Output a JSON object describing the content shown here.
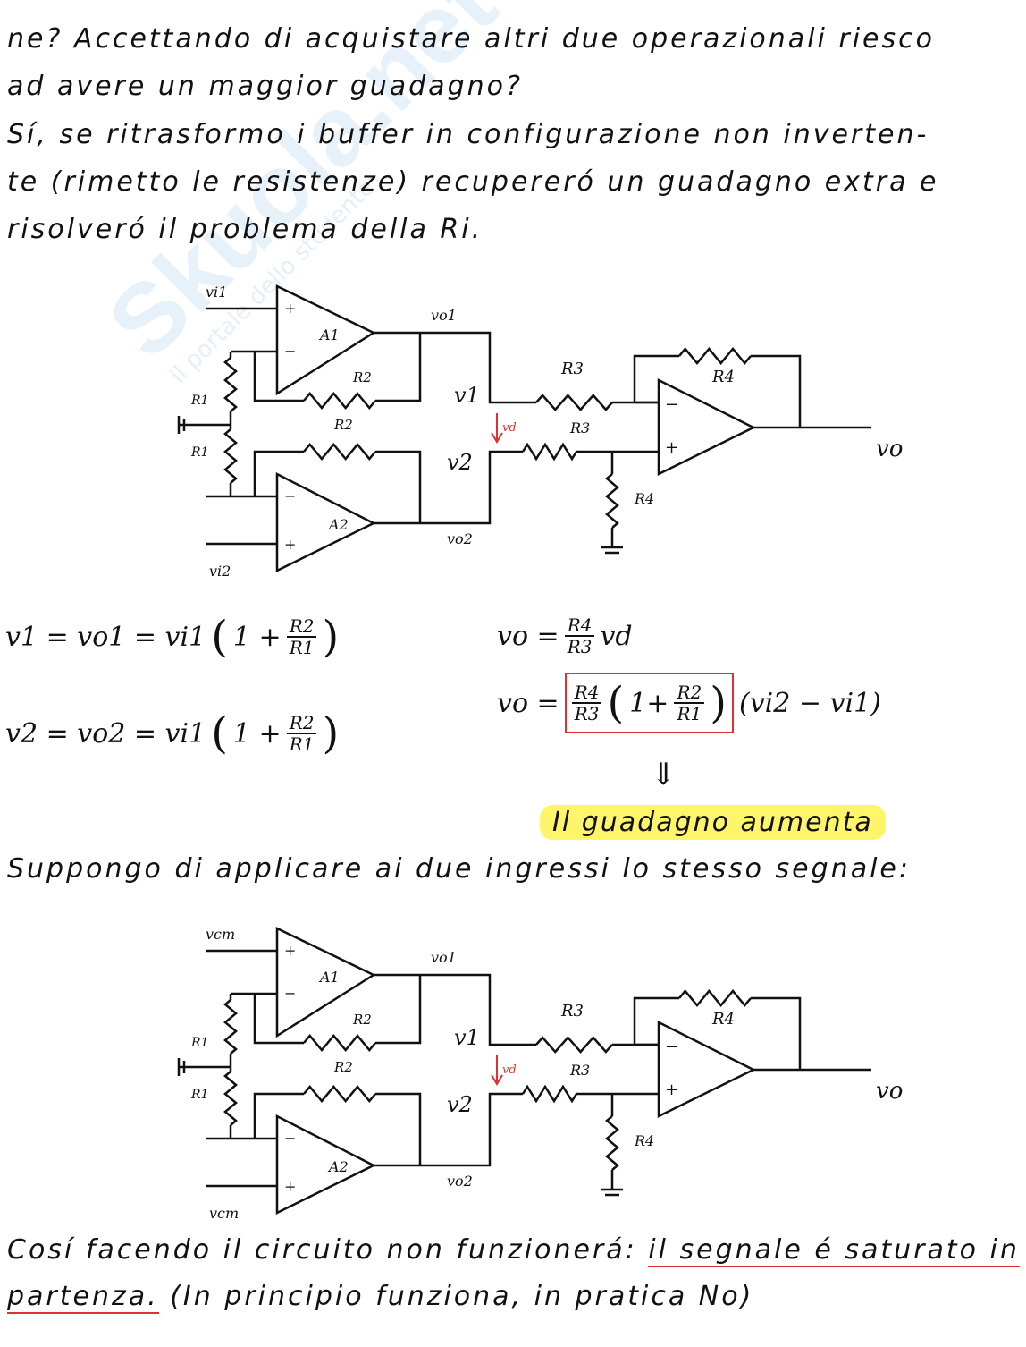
{
  "watermark": {
    "brand": "Skuola.net",
    "tagline": "il portale dello studente"
  },
  "intro_lines": [
    "ne? Accettando di acquistare altri due operazionali riesco",
    "ad avere un maggior guadagno?",
    "Sí, se ritrasformo i buffer in configurazione non inverten-",
    "te (rimetto le resistenze) recupereró un guadagno extra e",
    "risolveró il problema della Ri."
  ],
  "circuit1": {
    "in1": "vi1",
    "in2": "vi2",
    "vo1": "vo1",
    "vo2": "vo2",
    "a1": "A1",
    "a2": "A2",
    "r1_top": "R1",
    "r1_bot": "R1",
    "r2_top": "R2",
    "r2_bot": "R2",
    "r3_top": "R3",
    "r3_bot": "R3",
    "r4_top": "R4",
    "r4_bot": "R4",
    "v1": "v1",
    "v2": "v2",
    "vd": "vd",
    "vo": "vo",
    "plus": "+",
    "minus": "−"
  },
  "circuit2": {
    "in1": "vcm",
    "in2": "vcm",
    "vo1": "vo1",
    "vo2": "vo2",
    "a1": "A1",
    "a2": "A2",
    "r1_top": "R1",
    "r1_bot": "R1",
    "r2_top": "R2",
    "r2_bot": "R2",
    "r3_top": "R3",
    "r3_bot": "R3",
    "r4_top": "R4",
    "r4_bot": "R4",
    "v1": "v1",
    "v2": "v2",
    "vd": "vd",
    "vo": "vo",
    "plus": "+",
    "minus": "−"
  },
  "equations": {
    "eq1_lhs": "v1 = vo1 = vi1",
    "eq1_one": "1 +",
    "eq1_num": "R2",
    "eq1_den": "R1",
    "eq2_lhs": "v2 = vo2 = vi1",
    "eq2_one": "1 +",
    "eq2_num": "R2",
    "eq2_den": "R1",
    "eq3_lhs": "vo =",
    "eq3_num": "R4",
    "eq3_den": "R3",
    "eq3_rhs": "vd",
    "eq4_lhs": "vo =",
    "eq4_num": "R4",
    "eq4_den": "R3",
    "eq4_one": "1+",
    "eq4_num2": "R2",
    "eq4_den2": "R1",
    "eq4_rhs": "(vi2 − vi1)",
    "arrow": "⇓"
  },
  "highlight": "Il guadagno aumenta",
  "suppose_line": "Suppongo di applicare ai due ingressi lo stesso segnale:",
  "conclusion": {
    "part1": "Cosí facendo il circuito non funzionerá: ",
    "part2": "il segnale é saturato in",
    "part3": "partenza.",
    "part4": " (In principio funziona, in pratica No)"
  },
  "colors": {
    "ink": "#111111",
    "red": "#e03030",
    "highlight": "#fff56a"
  }
}
